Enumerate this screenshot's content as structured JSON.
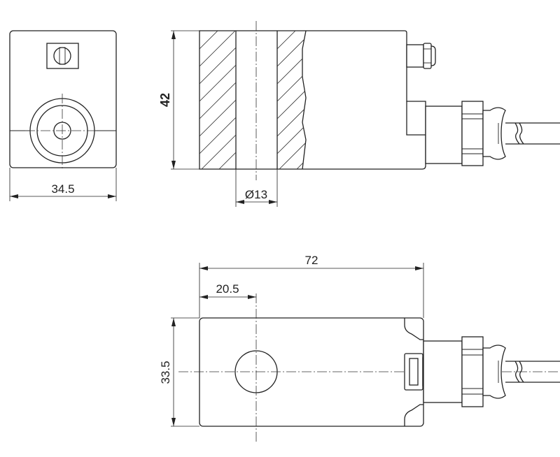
{
  "dimensions": {
    "coil_width": "34.5",
    "height": "42",
    "bore_diameter": "Ø13",
    "total_length": "72",
    "bore_offset": "20.5",
    "depth": "33.5"
  }
}
